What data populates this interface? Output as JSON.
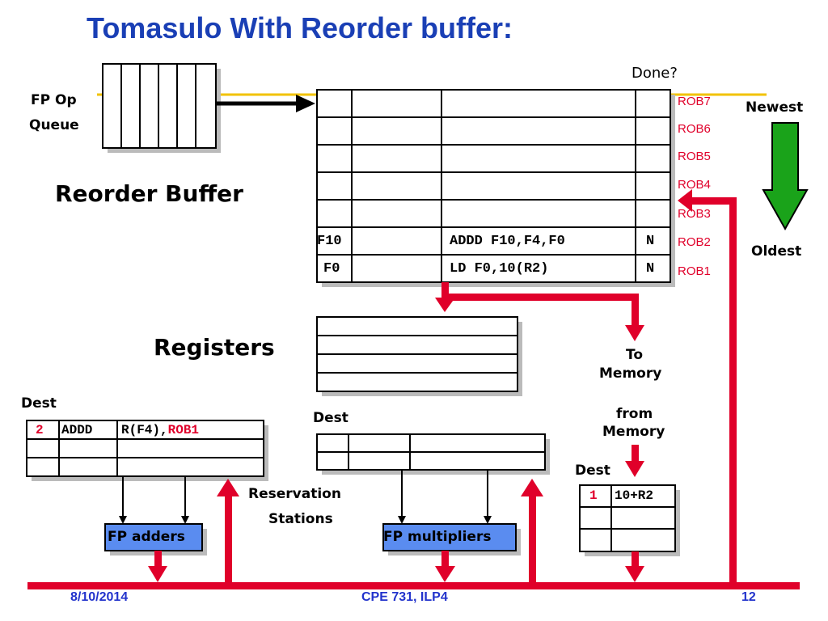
{
  "title": "Tomasulo With Reorder buffer:",
  "labels": {
    "fp_op_queue_line1": "FP Op",
    "fp_op_queue_line2": "Queue",
    "reorder_buffer": "Reorder Buffer",
    "done": "Done?",
    "newest": "Newest",
    "oldest": "Oldest",
    "registers": "Registers",
    "to_memory_line1": "To",
    "to_memory_line2": "Memory",
    "from_memory_line1": "from",
    "from_memory_line2": "Memory",
    "dest_adders": "Dest",
    "dest_mult": "Dest",
    "dest_mem": "Dest",
    "reservation_line1": "Reservation",
    "reservation_line2": "Stations",
    "fp_adders": "FP adders",
    "fp_multipliers": "FP multipliers"
  },
  "rob_tags": [
    "ROB7",
    "ROB6",
    "ROB5",
    "ROB4",
    "ROB3",
    "ROB2",
    "ROB1"
  ],
  "rob_entries": {
    "rob2": {
      "dest": "F10",
      "instr": "ADDD F10,F4,F0",
      "done": "N"
    },
    "rob1": {
      "dest": "F0",
      "instr": "LD F0,10(R2)",
      "done": "N"
    }
  },
  "adder_station": {
    "dest": "2",
    "op": "ADDD",
    "operands_prefix": "R(F4),",
    "operands_tag": "ROB1"
  },
  "memory_buffer": {
    "dest": "1",
    "addr": "10+R2"
  },
  "footer": {
    "date": "8/10/2014",
    "course": "CPE 731, ILP4",
    "page": "12"
  },
  "colors": {
    "title": "#1a3fb5",
    "accent_red": "#e0002a",
    "arrow_green": "#1aa31a",
    "unit_blue": "#5a8cf0",
    "footer": "#2233cc"
  }
}
